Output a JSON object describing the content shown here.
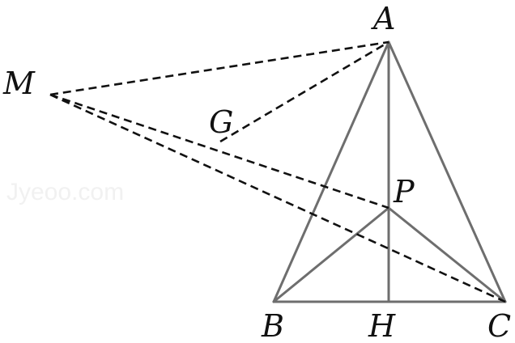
{
  "points": {
    "A": "A",
    "B": "B",
    "C": "C",
    "H": "H",
    "P": "P",
    "G": "G",
    "M": "M"
  },
  "watermark": "Jyeoo.com",
  "colors": {
    "solid_line": "#6e6e6e",
    "dashed_line": "#111111",
    "label": "#111111"
  }
}
